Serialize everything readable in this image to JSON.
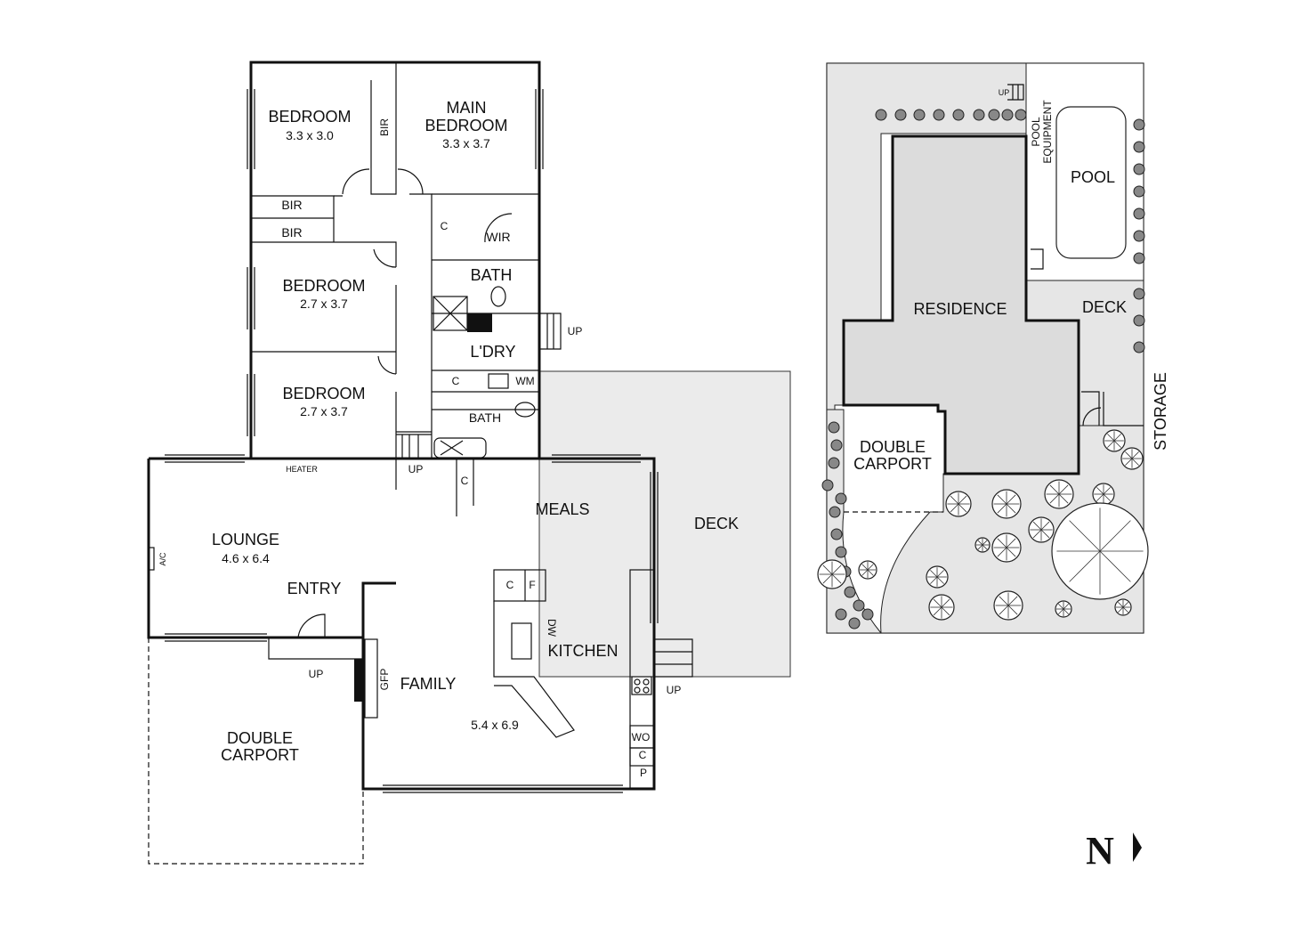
{
  "floor_plan": {
    "rooms": {
      "bedroom1": {
        "name": "BEDROOM",
        "size": "3.3 x 3.0"
      },
      "main_bedroom": {
        "name_line1": "MAIN",
        "name_line2": "BEDROOM",
        "size": "3.3 x 3.7"
      },
      "bedroom2": {
        "name": "BEDROOM",
        "size": "2.7 x 3.7"
      },
      "bedroom3": {
        "name": "BEDROOM",
        "size": "2.7 x 3.7"
      },
      "lounge": {
        "name": "LOUNGE",
        "size": "4.6 x 6.4"
      },
      "family": {
        "name": "FAMILY",
        "size": "5.4 x 6.9"
      },
      "kitchen": {
        "name": "KITCHEN"
      },
      "meals": {
        "name": "MEALS"
      },
      "entry": {
        "name": "ENTRY"
      },
      "deck": {
        "name": "DECK"
      },
      "carport": {
        "line1": "DOUBLE",
        "line2": "CARPORT"
      },
      "laundry": {
        "name": "L'DRY"
      },
      "bath1": {
        "name": "BATH"
      },
      "bath2": {
        "name": "BATH"
      },
      "wir": {
        "name": "WIR"
      }
    },
    "fixtures": {
      "bir": "BIR",
      "cupboard": "C",
      "fridge": "F",
      "dishwasher": "DW",
      "wall_oven": "WO",
      "pantry": "P",
      "washing_machine": "WM",
      "heater": "HEATER",
      "aircon": "A/C",
      "gas_fire": "GFP",
      "up": "UP"
    }
  },
  "site_plan": {
    "residence": "RESIDENCE",
    "pool": "POOL",
    "pool_equipment_line1": "POOL",
    "pool_equipment_line2": "EQUIPMENT",
    "deck": "DECK",
    "storage": "STORAGE",
    "carport_line1": "DOUBLE",
    "carport_line2": "CARPORT",
    "up": "UP"
  },
  "north_label": "N"
}
